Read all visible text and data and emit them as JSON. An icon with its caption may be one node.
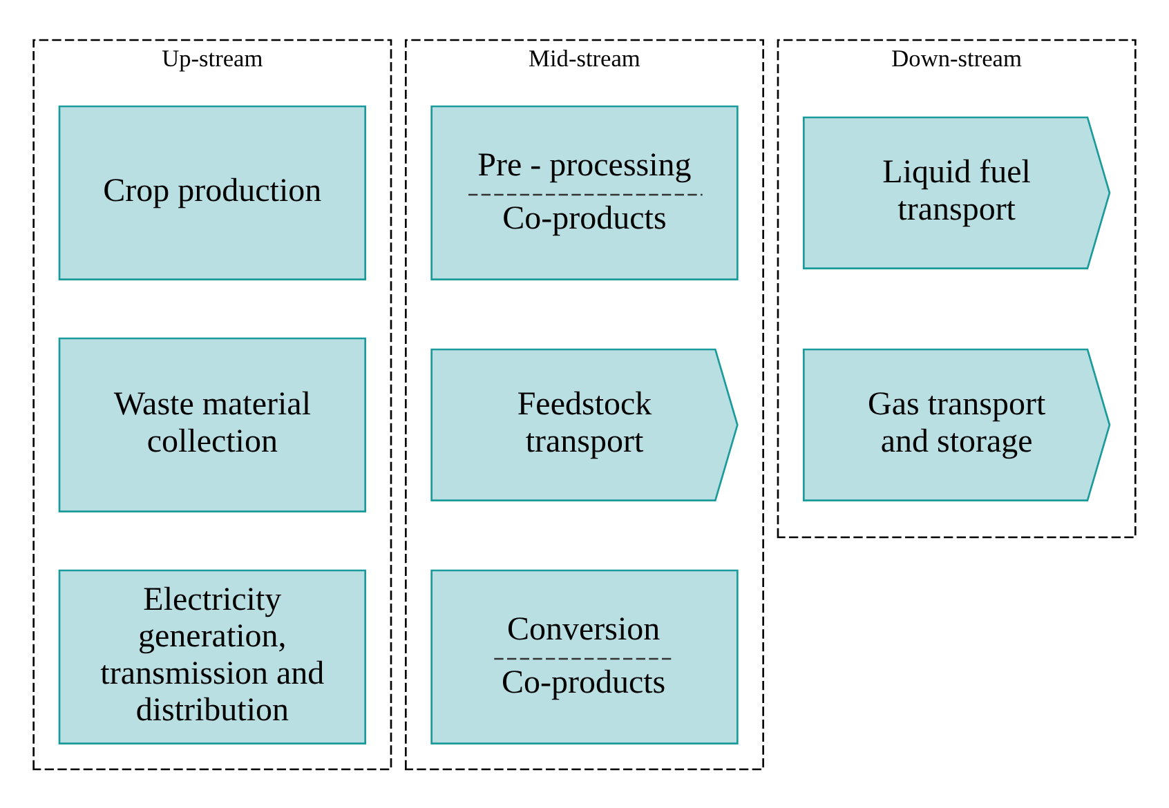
{
  "diagram": {
    "nodes": [
      {
        "text": [
          "Up-stream"
        ]
      },
      {
        "text": [
          "Crop production"
        ],
        "in": 0
      },
      {
        "text": [
          "Waste material collection"
        ],
        "in": 0
      },
      {
        "text": [
          "Electricity generation, transmission and distribution"
        ],
        "in": 0
      },
      {
        "text": [
          "Mid-stream"
        ]
      },
      {
        "text": [
          "Pre - processing",
          "Co-products"
        ],
        "in": 4
      },
      {
        "text": [
          "Feedstock transport"
        ],
        "in": 4
      },
      {
        "text": [
          "Conversion",
          "Co-products"
        ],
        "in": 4
      },
      {
        "text": [
          "Down-stream"
        ]
      },
      {
        "text": [
          "Liquid fuel transport"
        ],
        "in": 8
      },
      {
        "text": [
          "Gas transport and storage"
        ],
        "in": 8
      }
    ],
    "edges": []
  }
}
